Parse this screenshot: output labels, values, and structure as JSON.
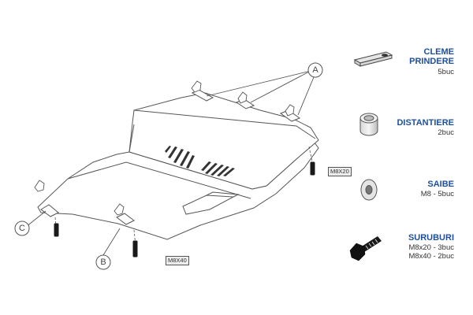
{
  "callouts": {
    "a": "A",
    "b": "B",
    "c": "C"
  },
  "bolt_tags": {
    "m8x20": "M8X20",
    "m8x40": "M8X40"
  },
  "legend": {
    "clamps": {
      "name": "CLEME\nPRINDERE",
      "qty": "5buc"
    },
    "spacers": {
      "name": "DISTANTIERE",
      "qty": "2buc"
    },
    "washers": {
      "name": "SAIBE",
      "qty": "M8 - 5buc"
    },
    "bolts": {
      "name": "SURUBURI",
      "qty": "M8x20 - 3buc\nM8x40 - 2buc"
    }
  },
  "colors": {
    "line": "#555555",
    "label": "#1f4f9c",
    "bolt": "#1a1a1a",
    "part_fill": "#e6e6e6"
  }
}
